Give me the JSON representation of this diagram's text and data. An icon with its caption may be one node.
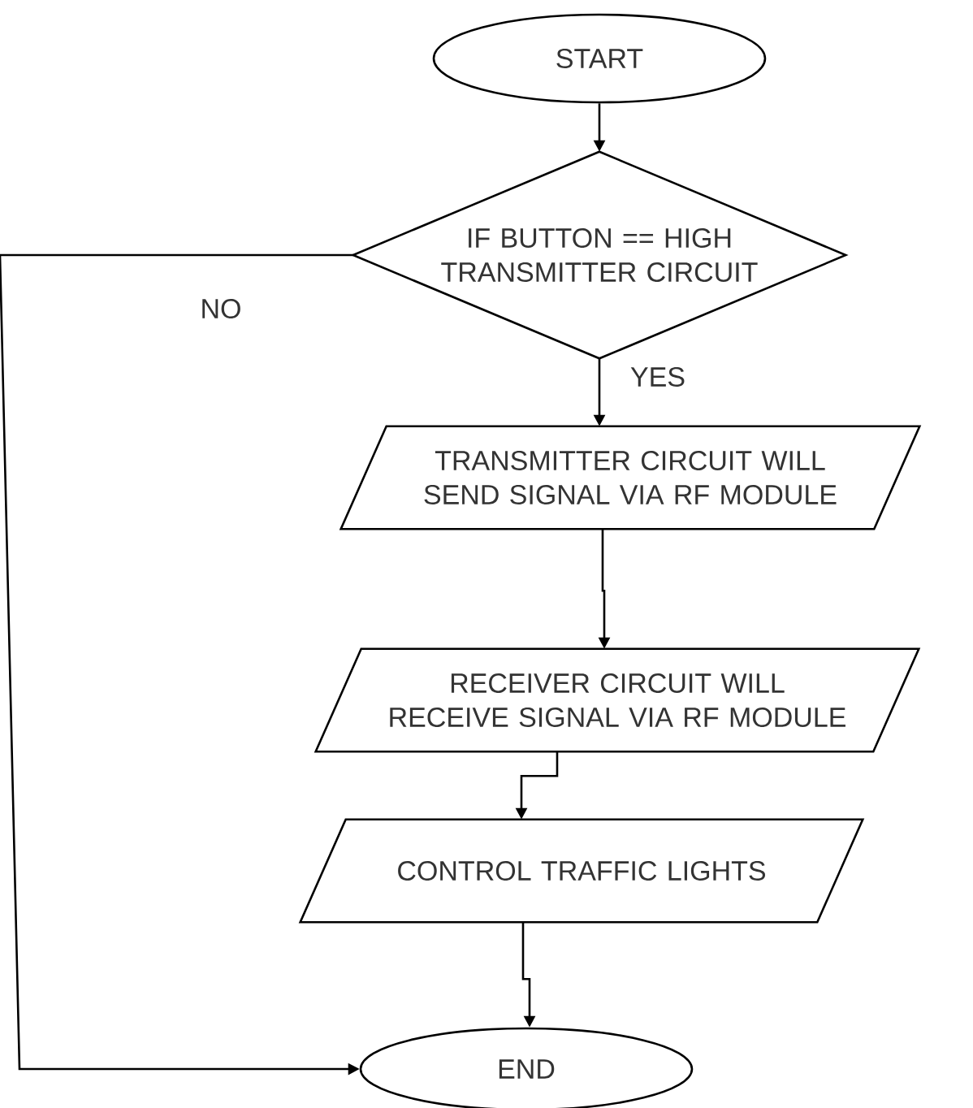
{
  "diagram": {
    "nodes": [
      {
        "text": [
          "START"
        ]
      },
      {
        "text": [
          "IF BUTTON == HIGH TRANSMITTER CIRCUIT"
        ]
      },
      {
        "text": [
          "TRANSMITTER CIRCUIT WILL SEND SIGNAL VIA RF MODULE"
        ]
      },
      {
        "text": [
          "RECEIVER CIRCUIT WILL RECEIVE SIGNAL VIA RF MODULE"
        ]
      },
      {
        "text": [
          "CONTROL TRAFFIC LIGHTS"
        ]
      },
      {
        "text": [
          "END"
        ]
      }
    ],
    "edges": [
      {
        "from": 0,
        "to": 1,
        "arrow": "to"
      },
      {
        "from": 1,
        "to": 2,
        "arrow": "to",
        "label": "YES"
      },
      {
        "from": 2,
        "to": 3,
        "arrow": "to"
      },
      {
        "from": 3,
        "to": 4,
        "arrow": "to"
      },
      {
        "from": 4,
        "to": 5,
        "arrow": "to"
      },
      {
        "from": 1,
        "to": 5,
        "arrow": "to",
        "label": "NO"
      }
    ]
  }
}
